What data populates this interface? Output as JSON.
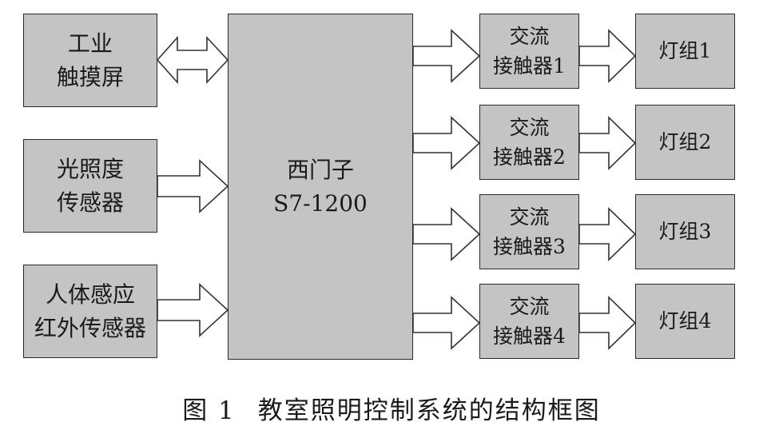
{
  "inputs": {
    "touchscreen": {
      "line1": "工业",
      "line2": "触摸屏"
    },
    "light_sensor": {
      "line1": "光照度",
      "line2": "传感器"
    },
    "pir_sensor": {
      "line1": "人体感应",
      "line2": "红外传感器"
    }
  },
  "plc": {
    "line1": "西门子",
    "line2": "S7-1200"
  },
  "channels": [
    {
      "contactor": {
        "line1": "交流",
        "line2": "接触器1"
      },
      "lamp": "灯组1"
    },
    {
      "contactor": {
        "line1": "交流",
        "line2": "接触器2"
      },
      "lamp": "灯组2"
    },
    {
      "contactor": {
        "line1": "交流",
        "line2": "接触器3"
      },
      "lamp": "灯组3"
    },
    {
      "contactor": {
        "line1": "交流",
        "line2": "接触器4"
      },
      "lamp": "灯组4"
    }
  ],
  "caption": {
    "number": "图 1",
    "title": "教室照明控制系统的结构框图"
  },
  "colors": {
    "box_fill": "#c4c4c4",
    "arrow_fill": "#ffffff",
    "stroke": "#2a2a2a"
  }
}
